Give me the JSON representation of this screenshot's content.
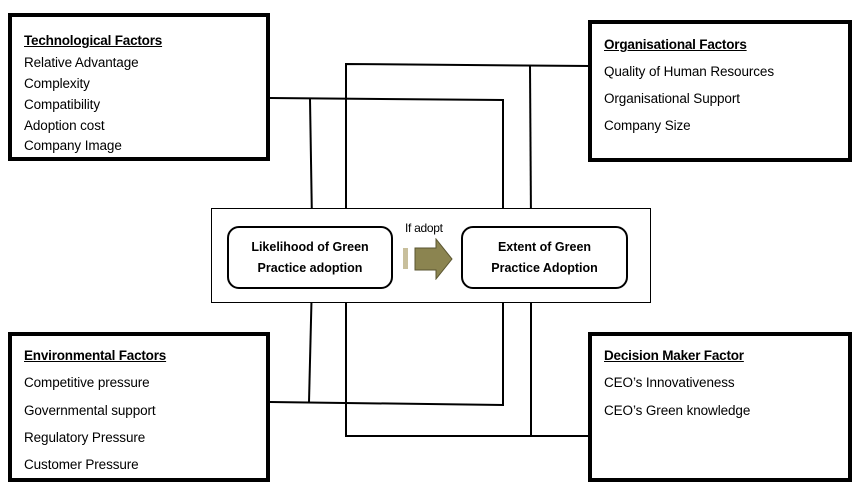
{
  "factors": {
    "technological": {
      "title": "Technological Factors",
      "items": [
        "Relative Advantage",
        "Complexity",
        "Compatibility",
        "Adoption cost",
        "Company Image"
      ]
    },
    "organisational": {
      "title": "Organisational Factors",
      "items": [
        "Quality of Human Resources",
        "Organisational Support",
        "Company Size"
      ]
    },
    "environmental": {
      "title": "Environmental Factors",
      "items": [
        "Competitive pressure",
        "Governmental support",
        "Regulatory Pressure",
        "Customer Pressure"
      ]
    },
    "decision_maker": {
      "title": "Decision Maker Factor",
      "items": [
        "CEO’s Innovativeness",
        "CEO’s Green knowledge"
      ]
    }
  },
  "stages": {
    "likelihood": {
      "line1": "Likelihood of Green",
      "line2": "Practice adoption"
    },
    "extent": {
      "line1": "Extent of Green",
      "line2": "Practice Adoption"
    }
  },
  "transition": {
    "label": "If adopt",
    "arrow_color": "#8b8450",
    "bar_color": "#c8bf9c"
  }
}
